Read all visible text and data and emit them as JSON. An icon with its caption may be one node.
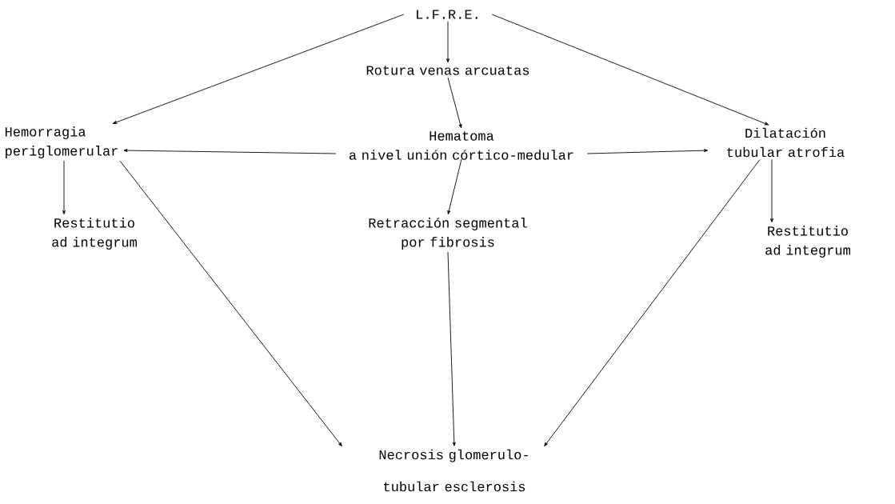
{
  "diagram": {
    "nodes": [
      {
        "text": [
          "L.F.R.E."
        ]
      },
      {
        "text": [
          "Rotura venas arcuatas"
        ]
      },
      {
        "text": [
          "Hematoma",
          "a nivel unión córtico-medular"
        ]
      },
      {
        "text": [
          "Hemorragia periglomerular"
        ]
      },
      {
        "text": [
          "Dilatación tubular atrofia"
        ]
      },
      {
        "text": [
          "Restitutio ad integrum"
        ]
      },
      {
        "text": [
          "Retracción segmental por fibrosis"
        ]
      },
      {
        "text": [
          "Restitutio ad integrum"
        ]
      },
      {
        "text": [
          "Necrosis glomerulo-tubular esclerosis"
        ]
      }
    ],
    "edges": [
      {
        "from": 0,
        "to": 1,
        "arrow": "to"
      },
      {
        "from": 0,
        "to": 3,
        "arrow": "to"
      },
      {
        "from": 0,
        "to": 4,
        "arrow": "to"
      },
      {
        "from": 1,
        "to": 2,
        "arrow": "to"
      },
      {
        "from": 2,
        "to": 3,
        "arrow": "to"
      },
      {
        "from": 2,
        "to": 4,
        "arrow": "to"
      },
      {
        "from": 3,
        "to": 5,
        "arrow": "to"
      },
      {
        "from": 2,
        "to": 6,
        "arrow": "to"
      },
      {
        "from": 4,
        "to": 7,
        "arrow": "to"
      },
      {
        "from": 3,
        "to": 8,
        "arrow": "to"
      },
      {
        "from": 6,
        "to": 8,
        "arrow": "to"
      },
      {
        "from": 4,
        "to": 8,
        "arrow": "to"
      }
    ]
  }
}
